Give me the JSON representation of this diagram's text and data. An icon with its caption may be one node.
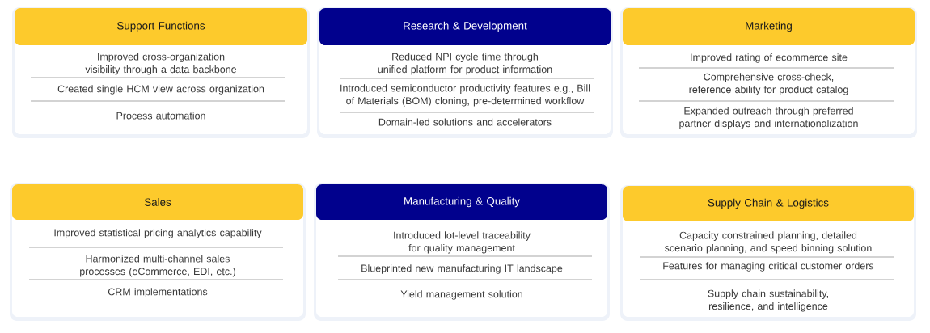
{
  "diagram": {
    "nodes": [
      {
        "text": [
          "Support Functions",
          "Improved cross-organization visibility through a data backbone",
          "Created single HCM view across organization",
          "Process automation"
        ]
      },
      {
        "text": [
          "Research & Development",
          "Reduced NPI cycle time through unified platform for product information",
          "Introduced semiconductor productivity features e.g., Bill of Materials (BOM) cloning, pre-determined workflow",
          "Domain-led solutions and accelerators"
        ]
      },
      {
        "text": [
          "Marketing",
          "Improved rating of ecommerce site",
          "Comprehensive cross-check, reference ability for product catalog",
          "Expanded outreach through preferred partner displays and internationalization"
        ]
      },
      {
        "text": [
          "Sales",
          "Improved statistical pricing analytics capability",
          "Harmonized multi-channel sales processes (eCommerce, EDI, etc.)",
          "CRM implementations"
        ]
      },
      {
        "text": [
          "Manufacturing & Quality",
          "Introduced lot-level traceability for quality management",
          "Blueprinted new manufacturing IT landscape",
          "Yield management solution"
        ]
      },
      {
        "text": [
          "Supply Chain & Logistics",
          "Capacity constrained planning, detailed scenario planning, and speed binning solution",
          "Features for managing critical customer orders",
          "Supply chain sustainability, resilience, and intelligence"
        ]
      }
    ]
  }
}
